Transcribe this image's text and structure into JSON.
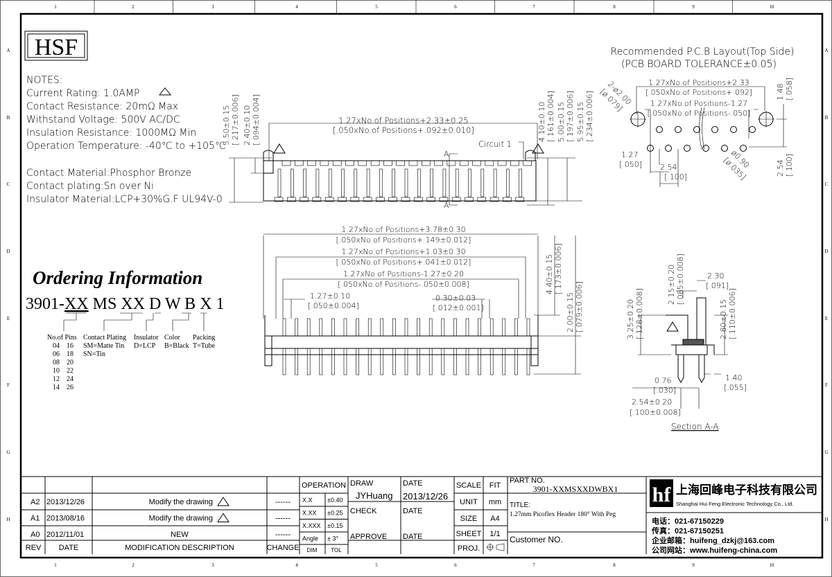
{
  "logo": "HSF",
  "grid": {
    "columns": [
      "1",
      "2",
      "3",
      "4",
      "5",
      "6",
      "7",
      "8",
      "9",
      "10"
    ],
    "rows": [
      "A",
      "B",
      "C",
      "D",
      "E",
      "F",
      "G",
      "H"
    ]
  },
  "notes": {
    "heading": "NOTES:",
    "lines": [
      "Current Rating: 1.0AMP",
      "Contact Resistance: 20mΩ Max",
      "Withstand Voltage: 500V AC/DC",
      "Insulation Resistance: 1000MΩ Min",
      "Operation Temperature: -40℃ to +105℃"
    ],
    "materials": [
      "Contact Material:Phosphor Bronze",
      "Contact plating:Sn over Ni",
      "Insulator Material:LCP+30%G.F UL94V-0"
    ]
  },
  "ordering": {
    "title": "Ordering Information",
    "code_parts": [
      "3901-",
      "XX",
      " MS ",
      "XX",
      " ",
      "D",
      " W ",
      "B",
      " ",
      "X",
      " 1"
    ],
    "pins_label": "No.of Pins",
    "pins": [
      [
        "04",
        "16"
      ],
      [
        "06",
        "18"
      ],
      [
        "08",
        "20"
      ],
      [
        "10",
        "22"
      ],
      [
        "12",
        "24"
      ],
      [
        "14",
        "26"
      ]
    ],
    "plating_label": "Contact Plating",
    "plating": [
      "SM=Matte Tin",
      "SN=Tin"
    ],
    "insulator_label": "Insulator",
    "insulator": "D=LCP",
    "color_label": "Color",
    "color": "B=Black",
    "packing_label": "Packing",
    "packing": "T=Tube"
  },
  "top_view": {
    "width_dim": "1.27xNo.of Positions+2.33±0.25",
    "width_dim_in": "[.050xNo.of Positions+.092±0.010]",
    "h1": "5.50±0.15",
    "h1_in": "[.217±0.006]",
    "h2": "2.40±0.10",
    "h2_in": "[.094±0.004]",
    "r1": "4.10±0.10",
    "r1_in": "[.161±0.004]",
    "r2": "5.00±0.15",
    "r2_in": "[.197±0.006]",
    "r3": "5.95±0.15",
    "r3_in": "[.234±0.006]",
    "circuit": "Circuit 1",
    "section_mark": "A",
    "rev_mark": "A2"
  },
  "front_view": {
    "d1": "1.27xNo.of Positions+3.78±0.30",
    "d1_in": "[.050xNo.of Positions+.149±0.012]",
    "d2": "1.27xNo.of Positions+1.03±0.30",
    "d2_in": "[.050xNo.of Positions+.041±0.012]",
    "d3": "1.27xNo.of Positions-1.27±0.20",
    "d3_in": "[.050xNo.of Positions-.050±0.008]",
    "pitch": "1.27±0.10",
    "pitch_in": "[.050±0.004]",
    "pin_w": "0.30±0.03",
    "pin_w_in": "[.012±0.001]",
    "h1": "4.40±0.15",
    "h1_in": "[.173±0.006]",
    "h2": "2.00±0.15",
    "h2_in": "[.079±0.006]"
  },
  "section": {
    "title": "Section A-A",
    "a": "2.30",
    "a_in": "[.091]",
    "b": "2.15±0.20",
    "b_in": "[.085±0.008]",
    "c": "3.25±0.20",
    "c_in": "[.128±0.008]",
    "d": "2.80±0.15",
    "d_in": "[.110±0.006]",
    "e": "0.76",
    "e_in": "[.030]",
    "f": "1.40",
    "f_in": "[.055]",
    "g": "2.54±0.20",
    "g_in": "[.100±0.008]",
    "rev_mark": "A1"
  },
  "pcb": {
    "title": "Recommended P.C.B Layout(Top Side)",
    "subtitle": "(PCB BOARD TOLERANCE±0.05)",
    "d1": "1.27xNo.of Positions+2.33",
    "d1_in": "[.050xNo.of Positions+.092]",
    "d2": "1.27xNo.of Positions-1.27",
    "d2_in": "[.050xNo.of Positions-.050]",
    "hole_big": "2-ø2.00",
    "hole_big_in": "[ø.079]",
    "hole_small": "ø0.90",
    "hole_small_in": "[ø.035]",
    "v1": "1.48",
    "v1_in": "[.058]",
    "v2": "2.54",
    "v2_in": "[.100]",
    "h1": "1.27",
    "h1_in": "[.050]",
    "h2": "2.54",
    "h2_in": "[.100]"
  },
  "title_block": {
    "revisions": [
      {
        "rev": "A2",
        "date": "2013/12/26",
        "desc": "Modify the drawing",
        "mark": "A2",
        "change": "------"
      },
      {
        "rev": "A1",
        "date": "2013/08/16",
        "desc": "Modify the drawing",
        "mark": "A1",
        "change": "------"
      },
      {
        "rev": "A0",
        "date": "2012/11/01",
        "desc": "NEW",
        "change": "------"
      }
    ],
    "headers": {
      "rev": "REV",
      "date": "DATE",
      "desc": "MODIFICATION DESCRIPTION",
      "change": "CHANGE"
    },
    "operation": "OPERATION",
    "tolerances": [
      [
        "X.X",
        "±0.40"
      ],
      [
        "X.XX",
        "±0.25"
      ],
      [
        "X.XXX",
        "±0.15"
      ],
      [
        "Angle",
        "± 3°"
      ]
    ],
    "tol_headers": [
      "DIM",
      "TOL"
    ],
    "draw_label": "DRAW",
    "draw_value": "JYHuang",
    "check_label": "CHECK",
    "approve_label": "APPROVE",
    "date_label": "DATE",
    "date_value": "2013/12/26",
    "scale_label": "SCALE",
    "scale": "FIT",
    "unit_label": "UNIT",
    "unit": "mm",
    "size_label": "SIZE",
    "size": "A4",
    "sheet_label": "SHEET",
    "sheet": "1/1",
    "proj_label": "PROJ.",
    "part_no_label": "PART NO.",
    "part_no": "3901-XXMSXXDWBX1",
    "title_label": "TITLE:",
    "title": "1.27mm Picoflex Header 180° With Peg",
    "customer_label": "Customer NO.",
    "company_cn": "上海回峰电子科技有限公司",
    "company_en": "Shanghai Hui Feng Electronic Technology Co., Ltd.",
    "company_logo": "hf",
    "contacts": [
      "电话：021-67150229",
      "传真：021-67150251",
      "企业邮箱：huifeng_dzkj@163.com",
      "公司网站：www.huifeng-china.com"
    ]
  }
}
